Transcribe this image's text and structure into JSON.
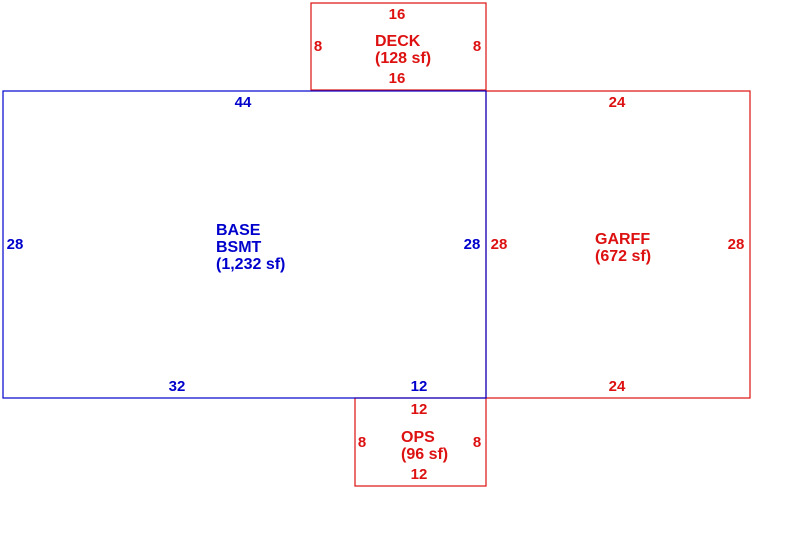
{
  "colors": {
    "blue": "#0000cc",
    "red": "#dd1111"
  },
  "areas": {
    "deck": {
      "name": "DECK",
      "area": "(128 sf)",
      "dims": {
        "top": "16",
        "bottom": "16",
        "left": "8",
        "right": "8"
      }
    },
    "base": {
      "name_line1": "BASE",
      "name_line2": "BSMT",
      "area": "(1,232 sf)",
      "dims": {
        "top": "44",
        "left": "28",
        "right": "28",
        "bottom_left": "32",
        "bottom_right": "12"
      }
    },
    "garff": {
      "name": "GARFF",
      "area": "(672 sf)",
      "dims": {
        "top": "24",
        "bottom": "24",
        "left": "28",
        "right": "28"
      }
    },
    "ops": {
      "name": "OPS",
      "area": "(96 sf)",
      "dims": {
        "top": "12",
        "bottom": "12",
        "left": "8",
        "right": "8"
      }
    }
  }
}
